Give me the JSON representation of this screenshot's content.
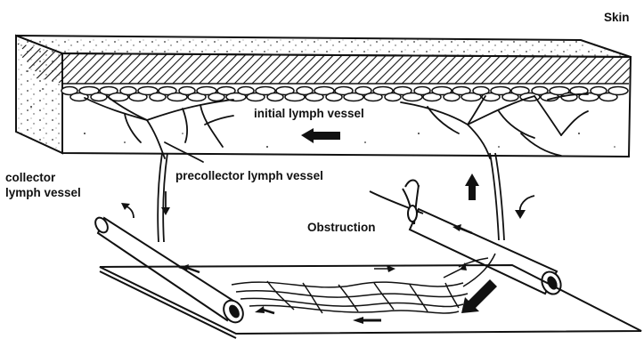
{
  "labels": {
    "skin": "Skin",
    "initial": "initial lymph vessel",
    "precollector": "precollector lymph vessel",
    "collector_line1": "collector",
    "collector_line2": "lymph vessel",
    "obstruction": "Obstruction"
  },
  "colors": {
    "ink": "#111111",
    "paper": "#ffffff"
  }
}
